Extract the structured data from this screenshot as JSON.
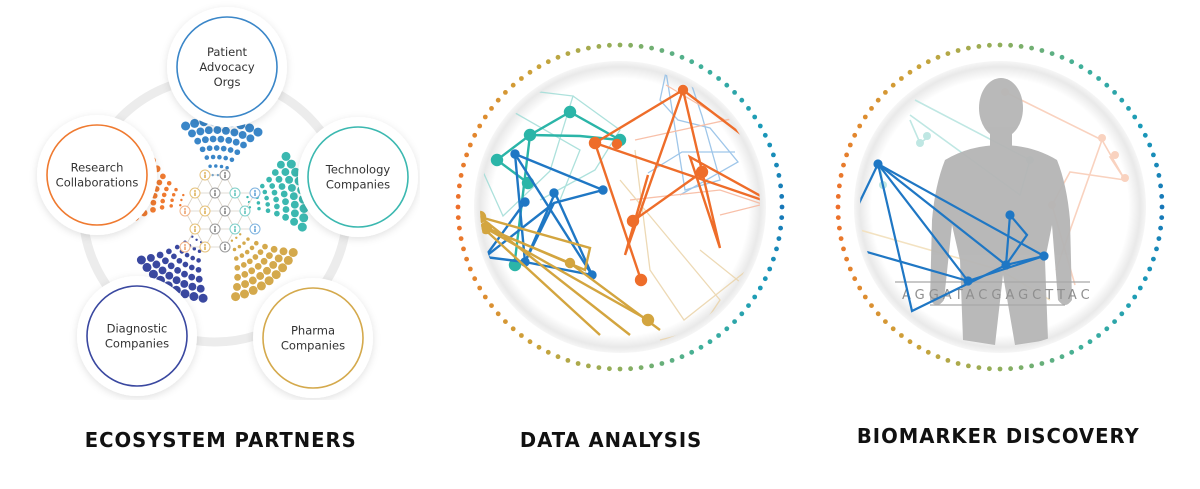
{
  "ecosystem": {
    "caption": "ECOSYSTEM PARTNERS",
    "ring_color": "#ececec",
    "partners": [
      {
        "id": "patient-advocacy",
        "lines": [
          "Patient",
          "Advocacy",
          "Orgs"
        ],
        "color": "#3a86c8"
      },
      {
        "id": "technology",
        "lines": [
          "Technology",
          "Companies"
        ],
        "color": "#3bb8b0"
      },
      {
        "id": "pharma",
        "lines": [
          "Pharma",
          "Companies"
        ],
        "color": "#d4a94c"
      },
      {
        "id": "diagnostic",
        "lines": [
          "Diagnostic",
          "Companies"
        ],
        "color": "#3a48a0"
      },
      {
        "id": "research",
        "lines": [
          "Research",
          "Collaborations"
        ],
        "color": "#ef7a30"
      }
    ]
  },
  "data_analysis": {
    "caption": "DATA ANALYSIS",
    "network_colors": {
      "teal": "#2bb5a8",
      "blue": "#1f77c4",
      "orange": "#ee6d2a",
      "gold": "#d3a53f",
      "lightblue": "#8fbde6",
      "peach": "#f7b59a",
      "lightgold": "#ead3a8",
      "lightteal": "#9fdcd6"
    }
  },
  "biomarker": {
    "caption": "BIOMARKER DISCOVERY",
    "dna_sequence": "AGGATACGAGCTTAC",
    "silhouette_color": "#b5b5b5"
  },
  "ring_gradient": [
    "#ee6d2a",
    "#e08a2e",
    "#c9a33a",
    "#8fae5a",
    "#3fb09a",
    "#1a9ab8",
    "#1676b8"
  ]
}
